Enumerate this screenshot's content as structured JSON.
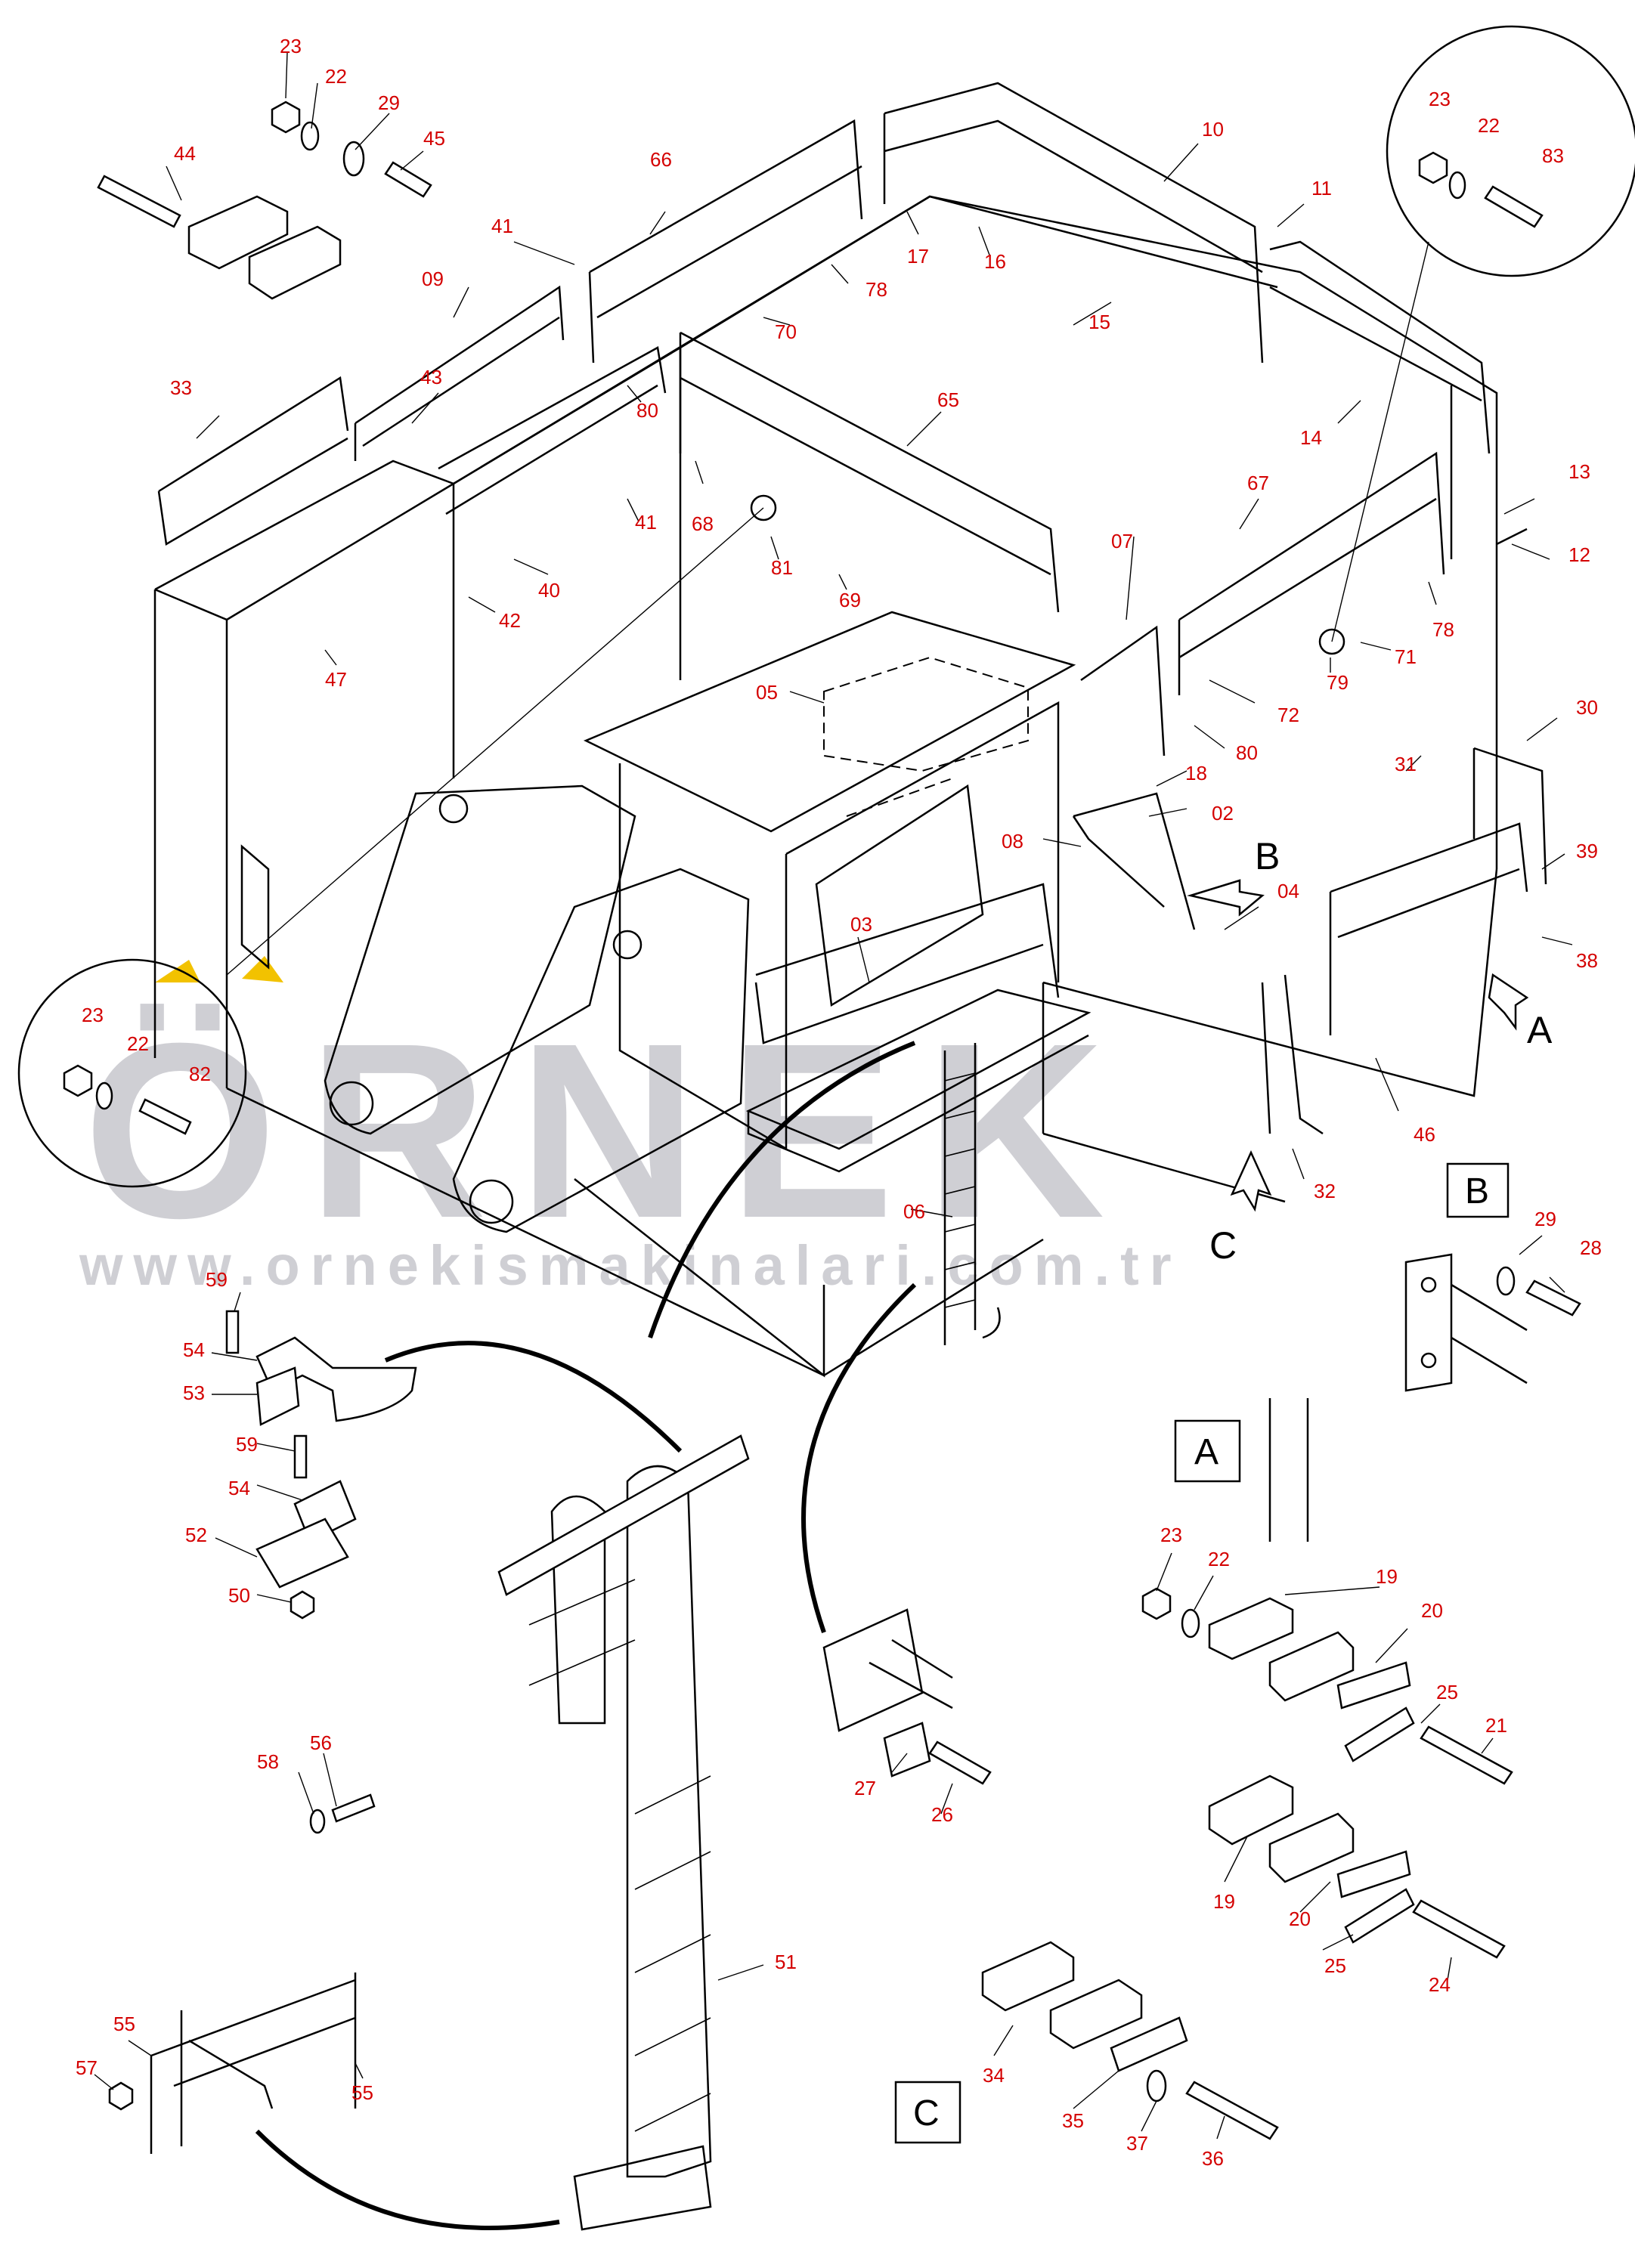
{
  "watermark": {
    "brand": "ÖRNEK",
    "url": "www.ornekismakinalari.com.tr",
    "accent_color": "#f2c200",
    "text_color": "#cfcfd4"
  },
  "colors": {
    "label": "#d40000",
    "line": "#000000"
  },
  "view_markers": {
    "a": "A",
    "b": "B",
    "c": "C"
  },
  "detail_boxes": {
    "a": "A",
    "b": "B",
    "c": "C"
  },
  "labels": {
    "p23a": "23",
    "p22a": "22",
    "p29a": "29",
    "p45": "45",
    "p44": "44",
    "p66": "66",
    "p10": "10",
    "p11": "11",
    "p41a": "41",
    "p17": "17",
    "p16": "16",
    "p78a": "78",
    "p09": "09",
    "p70": "70",
    "p15": "15",
    "p23b": "23",
    "p22b": "22",
    "p83": "83",
    "p33": "33",
    "p43": "43",
    "p80a": "80",
    "p65": "65",
    "p14": "14",
    "p13": "13",
    "p12": "12",
    "p68": "68",
    "p41b": "41",
    "p67": "67",
    "p40": "40",
    "p81": "81",
    "p42": "42",
    "p69": "69",
    "p47": "47",
    "p07": "07",
    "p78b": "78",
    "p71": "71",
    "p79": "79",
    "p05": "05",
    "p72": "72",
    "p30": "30",
    "p80b": "80",
    "p31": "31",
    "p18": "18",
    "p02": "02",
    "p08": "08",
    "p39": "39",
    "p04": "04",
    "p03": "03",
    "p38": "38",
    "p23c": "23",
    "p22c": "22",
    "p82": "82",
    "p46": "46",
    "p32": "32",
    "p06": "06",
    "p29b": "29",
    "p28": "28",
    "p59a": "59",
    "p54a": "54",
    "p53": "53",
    "p59b": "59",
    "p54b": "54",
    "p52": "52",
    "p50": "50",
    "p23d": "23",
    "p22d": "22",
    "p19a": "19",
    "p20a": "20",
    "p25a": "25",
    "p21": "21",
    "p27": "27",
    "p26": "26",
    "p19b": "19",
    "p20b": "20",
    "p25b": "25",
    "p24": "24",
    "p51": "51",
    "p56": "56",
    "p58": "58",
    "p55a": "55",
    "p57": "57",
    "p55b": "55",
    "p34": "34",
    "p35": "35",
    "p37": "37",
    "p36": "36"
  }
}
